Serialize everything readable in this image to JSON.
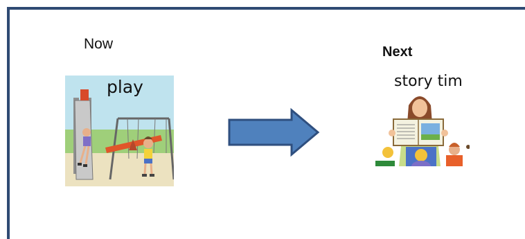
{
  "schedule": {
    "now_label": "Now",
    "next_label": "Next",
    "now_activity": {
      "caption": "play",
      "icon": "playground-picture-icon"
    },
    "next_activity": {
      "caption": "story tim",
      "icon": "story-time-picture-icon"
    },
    "transition_icon": "right-arrow-icon"
  },
  "colors": {
    "frame": "#2f4a73",
    "arrow_fill": "#4f81bd",
    "arrow_stroke": "#2f4f7f"
  }
}
